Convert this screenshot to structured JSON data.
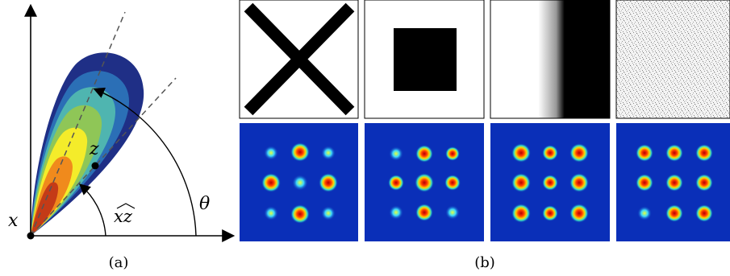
{
  "panel_a": {
    "caption": "(a)",
    "labels": {
      "x": "x",
      "z": "z",
      "angle_xz": "xz",
      "theta": "θ"
    },
    "colors": [
      "#1f2f86",
      "#2b6fb6",
      "#4fb5b0",
      "#8fc657",
      "#f4ec2a",
      "#f08a1c",
      "#c43b17"
    ]
  },
  "panel_b": {
    "caption": "(b)",
    "top_row": [
      "cross-image",
      "square-image",
      "edge-gradient-image",
      "noise-image"
    ],
    "bottom_row": [
      "heatmap-cross",
      "heatmap-square",
      "heatmap-edge",
      "heatmap-noise"
    ],
    "heatmap_background": "#0a2fb8"
  }
}
